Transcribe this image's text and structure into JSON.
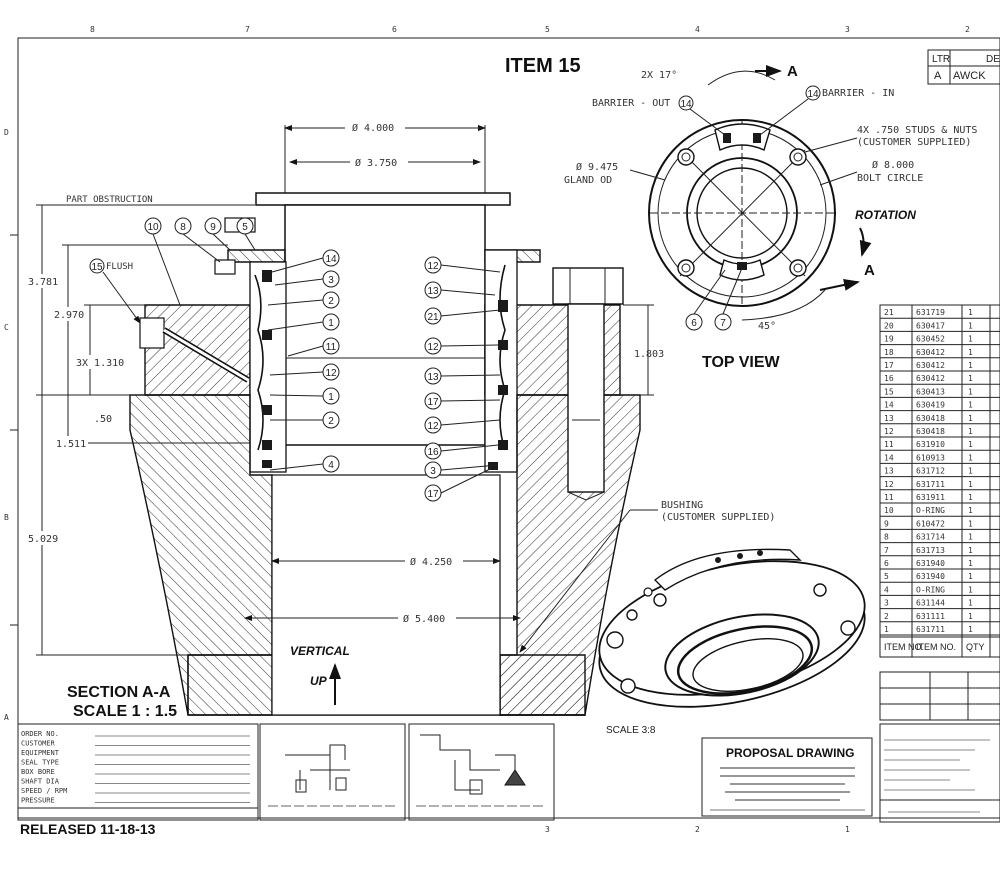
{
  "title": "ITEM 15",
  "border": {
    "top_zones": [
      "8",
      "7",
      "6",
      "5",
      "4",
      "3",
      "2"
    ],
    "left_zones": [
      "D",
      "C",
      "B",
      "A"
    ],
    "bottom_zones": [
      "3",
      "2",
      "1"
    ]
  },
  "revision_block": {
    "header": [
      "LTR",
      "DE"
    ],
    "row": [
      "A",
      "AWCK"
    ]
  },
  "section": {
    "name": "SECTION A-A",
    "scale": "SCALE 1 : 1.5",
    "part_obstruction": "PART OBSTRUCTION",
    "flush": "FLUSH",
    "vertical": "VERTICAL",
    "up": "UP",
    "dims": {
      "d4000": "Ø 4.000",
      "d3750": "Ø 3.750",
      "d4250": "Ø 4.250",
      "d5400": "Ø 5.400",
      "h3781": "3.781",
      "h2970": "2.970",
      "h1310": "3X 1.310",
      "h50": ".50",
      "h1511": "1.511",
      "h5029": "5.029",
      "h1803": "1.803"
    },
    "left_top_balloons": [
      "10",
      "8",
      "9",
      "5"
    ],
    "flush_balloon": "15",
    "left_stack_balloons": [
      "14",
      "3",
      "2",
      "1",
      "11",
      "12",
      "1",
      "2",
      "4"
    ],
    "right_stack_balloons": [
      "12",
      "13",
      "21",
      "12",
      "13",
      "17",
      "12",
      "16",
      "3",
      "17"
    ]
  },
  "top_view": {
    "label": "TOP VIEW",
    "angle_top": "2X 17°",
    "section_letter": "A",
    "barrier_out": "BARRIER - OUT",
    "barrier_out_balloon": "14",
    "barrier_in": "BARRIER - IN",
    "barrier_in_balloon": "14",
    "studs_1": "4X .750 STUDS & NUTS",
    "studs_2": "(CUSTOMER SUPPLIED)",
    "gland_od_1": "Ø 9.475",
    "gland_od_2": "GLAND OD",
    "bolt_circle_1": "Ø 8.000",
    "bolt_circle_2": "BOLT CIRCLE",
    "rotation": "ROTATION",
    "angle_bottom": "45°",
    "bottom_balloons": [
      "6",
      "7"
    ]
  },
  "bushing": {
    "line1": "BUSHING",
    "line2": "(CUSTOMER SUPPLIED)"
  },
  "iso_view": {
    "scale": "SCALE 3:8"
  },
  "bom": {
    "rows": [
      [
        "21",
        "631719",
        "1"
      ],
      [
        "20",
        "630417",
        "1"
      ],
      [
        "19",
        "630452",
        "1"
      ],
      [
        "18",
        "630412",
        "1"
      ],
      [
        "17",
        "630412",
        "1"
      ],
      [
        "16",
        "630412",
        "1"
      ],
      [
        "15",
        "630413",
        "1"
      ],
      [
        "14",
        "630419",
        "1"
      ],
      [
        "13",
        "630418",
        "1"
      ],
      [
        "12",
        "630418",
        "1"
      ],
      [
        "11",
        "631910",
        "1"
      ],
      [
        "14",
        "610913",
        "1"
      ],
      [
        "13",
        "631712",
        "1"
      ],
      [
        "12",
        "631711",
        "1"
      ],
      [
        "11",
        "631911",
        "1"
      ],
      [
        "10",
        "O-RING",
        "1"
      ],
      [
        "9",
        "610472",
        "1"
      ],
      [
        "8",
        "631714",
        "1"
      ],
      [
        "7",
        "631713",
        "1"
      ],
      [
        "6",
        "631940",
        "1"
      ],
      [
        "5",
        "631940",
        "1"
      ],
      [
        "4",
        "O-RING",
        "1"
      ],
      [
        "3",
        "631144",
        "1"
      ],
      [
        "2",
        "631111",
        "1"
      ],
      [
        "1",
        "631711",
        "1"
      ]
    ],
    "header": [
      "ITEM NO.",
      "ITEM NO.",
      "QTY"
    ]
  },
  "title_block": {
    "proposal": "PROPOSAL DRAWING",
    "released": "RELEASED 11-18-13",
    "small_lines": [
      "ORDER NO.",
      "CUSTOMER",
      "EQUIPMENT",
      "SEAL TYPE",
      "BOX BORE",
      "SHAFT DIA",
      "SPEED / RPM",
      "PRESSURE"
    ]
  }
}
